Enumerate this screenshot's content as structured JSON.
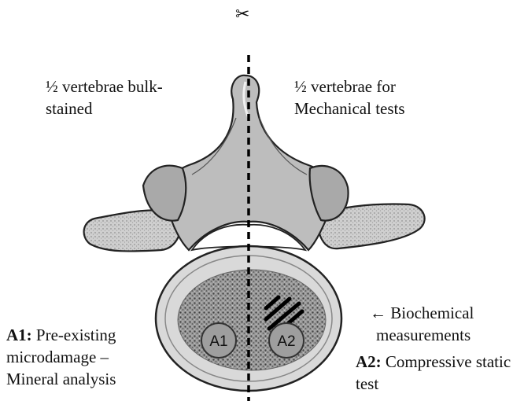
{
  "scissors_icon": "scissors-icon",
  "labels": {
    "left_half": [
      "½ vertebrae bulk-",
      "stained"
    ],
    "right_half": [
      "½ vertebrae for",
      "Mechanical tests"
    ],
    "a1": {
      "tag": "A1:",
      "lines": [
        " Pre-existing",
        "microdamage –",
        "Mineral analysis"
      ]
    },
    "biochem": {
      "arrow": "←",
      "lines": [
        " Biochemical",
        "measurements"
      ]
    },
    "a2": {
      "tag": "A2:",
      "lines": [
        " Compressive static",
        "test"
      ]
    }
  },
  "circles": {
    "a1": "A1",
    "a2": "A2"
  }
}
